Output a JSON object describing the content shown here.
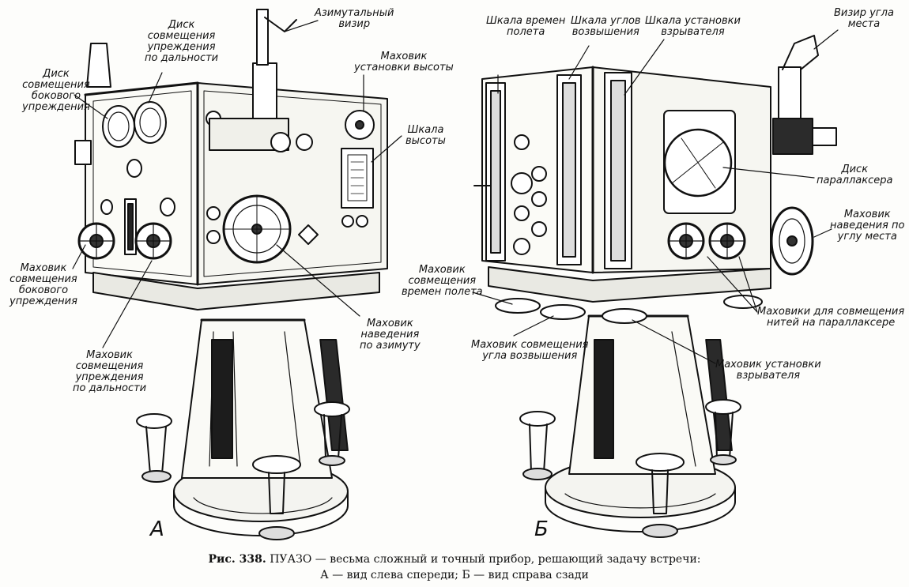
{
  "figure": {
    "view_a_letter": "А",
    "view_b_letter": "Б",
    "caption_label": "Рис. 338.",
    "caption_line1": "ПУАЗО — весьма сложный и точный прибор, решающий задачу встречи:",
    "caption_line2": "А — вид слева спереди; Б — вид справа сзади"
  },
  "labels_a": {
    "azimuth_sight": [
      "Азимутальный",
      "визир"
    ],
    "range_lead_disk": [
      "Диск",
      "совмещения",
      "упреждения",
      "по дальности"
    ],
    "lateral_lead_disk": [
      "Диск",
      "совмещения",
      "бокового",
      "упреждения"
    ],
    "height_handwheel": [
      "Маховик",
      "установки высоты"
    ],
    "height_scale": [
      "Шкала",
      "высоты"
    ],
    "lateral_lead_handwheel": [
      "Маховик",
      "совмещения",
      "бокового",
      "упреждения"
    ],
    "range_lead_handwheel": [
      "Маховик",
      "совмещения",
      "упреждения",
      "по дальности"
    ],
    "azimuth_handwheel": [
      "Маховик",
      "наведения",
      "по азимуту"
    ]
  },
  "labels_b": {
    "flight_time_scale": [
      "Шкала времен",
      "полета"
    ],
    "elevation_scale": [
      "Шкала углов",
      "возвышения"
    ],
    "fuze_scale": [
      "Шкала установки",
      "взрывателя"
    ],
    "site_angle_sight": [
      "Визир угла",
      "места"
    ],
    "parallax_disk": [
      "Диск",
      "параллаксера"
    ],
    "site_angle_handwheel": [
      "Маховик",
      "наведения по",
      "углу места"
    ],
    "flight_time_handwheel": [
      "Маховик",
      "совмещения",
      "времен полета"
    ],
    "parallax_threads_handwheels": [
      "Маховики для совмещения",
      "нитей на параллаксере"
    ],
    "elevation_handwheel": [
      "Маховик совмещения",
      "угла возвышения"
    ],
    "fuze_handwheel": [
      "Маховик установки",
      "взрывателя"
    ]
  }
}
